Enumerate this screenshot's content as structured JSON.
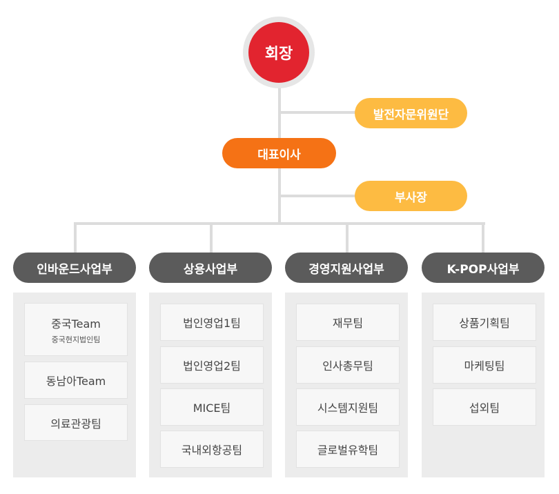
{
  "ceo": {
    "label": "회장"
  },
  "advisor": {
    "label": "발전자문위원단"
  },
  "representative": {
    "label": "대표이사"
  },
  "vice_president": {
    "label": "부사장"
  },
  "divisions": [
    {
      "name": "인바운드사업부",
      "teams": [
        {
          "label": "중국Team",
          "sub": "중국현지법인팀"
        },
        {
          "label": "동남아Team"
        },
        {
          "label": "의료관광팀"
        }
      ]
    },
    {
      "name": "상용사업부",
      "teams": [
        {
          "label": "법인영업1팀"
        },
        {
          "label": "법인영업2팀"
        },
        {
          "label": "MICE팀"
        },
        {
          "label": "국내외항공팀"
        }
      ]
    },
    {
      "name": "경영지원사업부",
      "teams": [
        {
          "label": "재무팀"
        },
        {
          "label": "인사총무팀"
        },
        {
          "label": "시스템지원팀"
        },
        {
          "label": "글로벌유학팀"
        }
      ]
    },
    {
      "name": "K-POP사업부",
      "teams": [
        {
          "label": "상품기획팀"
        },
        {
          "label": "마케팅팀"
        },
        {
          "label": "섭외팀"
        }
      ]
    }
  ],
  "colors": {
    "ceo": "#e2242f",
    "representative": "#f57215",
    "advisor": "#fdbb42",
    "division_head": "#5b5b5b",
    "connector": "#dcdcdc"
  }
}
